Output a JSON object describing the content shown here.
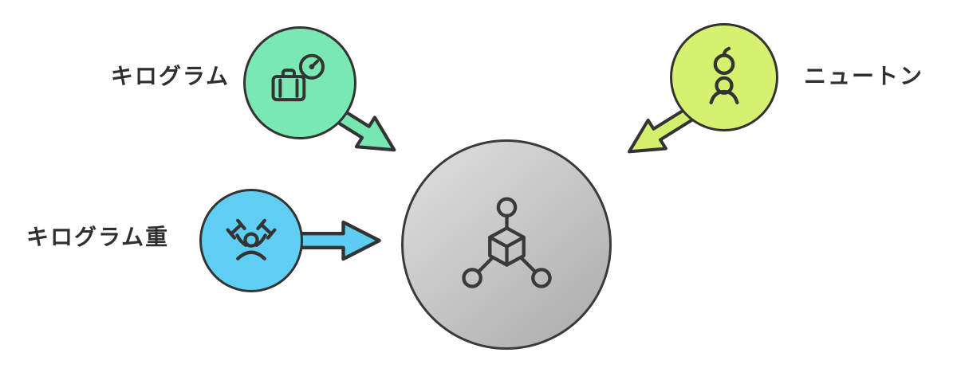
{
  "diagram": {
    "background": "#ffffff",
    "center_node": {
      "icon": "mass-cube-axes-icon",
      "fill_start": "#e0e0e0",
      "fill_end": "#aaaaaa",
      "stroke": "#3a3a3a",
      "label": ""
    },
    "nodes": [
      {
        "id": "kilogram",
        "label": "キログラム",
        "icon": "luggage-scale-icon",
        "color": "#79e8b3",
        "arrow_color": "#76e7b0",
        "arrow_direction": "down-right",
        "label_side": "left"
      },
      {
        "id": "kilogram-weight",
        "label": "キログラム重",
        "icon": "weightlifter-icon",
        "color": "#60cdf3",
        "arrow_color": "#5fccf1",
        "arrow_direction": "right",
        "label_side": "left"
      },
      {
        "id": "newton",
        "label": "ニュートン",
        "icon": "apple-on-head-icon",
        "color": "#d6f170",
        "arrow_color": "#d4ef6d",
        "arrow_direction": "down-left",
        "label_side": "right"
      }
    ],
    "outline_color": "#333333",
    "text_color": "#2f2f2f"
  }
}
